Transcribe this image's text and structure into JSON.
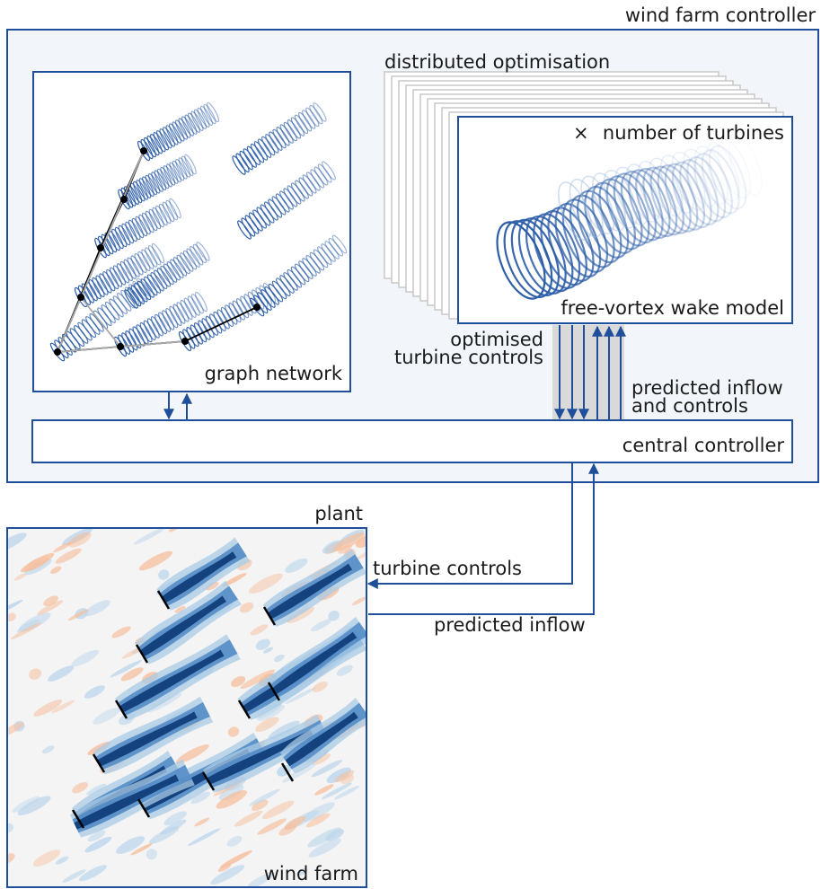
{
  "labels": {
    "wind_farm_controller": "wind farm controller",
    "distributed_optimisation": "distributed optimisation",
    "times_symbol": "×",
    "number_of_turbines": "number of turbines",
    "free_vortex_wake_model": "free-vortex wake model",
    "graph_network": "graph network",
    "optimised_line1": "optimised",
    "optimised_line2": "turbine controls",
    "predicted_inflow_controls_line1": "predicted inflow",
    "predicted_inflow_controls_line2": "and controls",
    "central_controller": "central controller",
    "plant": "plant",
    "turbine_controls": "turbine controls",
    "predicted_inflow": "predicted inflow",
    "wind_farm": "wind farm"
  },
  "colors": {
    "frame": "#1f4e9a",
    "controller_bg": "#f2f6fb",
    "wake_blue": "#2c5da8",
    "wake_light": "#9bb6de",
    "positive_orange": "#f6bf9e",
    "negative_blue": "#a9cbe6",
    "graph_edge": "#000000"
  }
}
